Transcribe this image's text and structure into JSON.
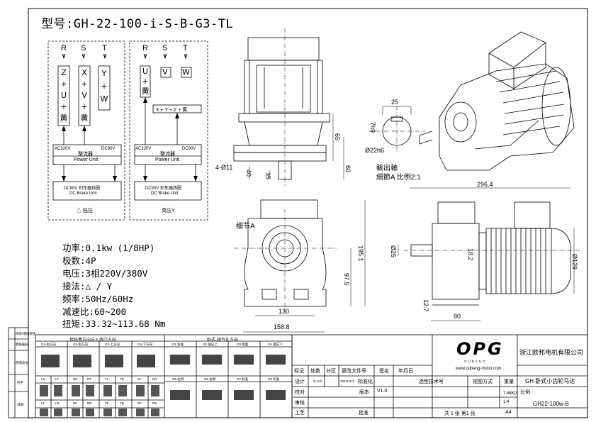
{
  "model_label": "型号:GH-22-100-i-S-B-G3-TL",
  "wiring": {
    "phases": [
      "R",
      "S",
      "T"
    ],
    "low_voltage": {
      "terminals": [
        "Z",
        "+",
        "U",
        "+",
        "黄"
      ],
      "terminals_s": [
        "X",
        "+",
        "V",
        "+",
        "黄"
      ],
      "terminals_t": [
        "Y",
        "+",
        "W"
      ],
      "ac": "AC220V",
      "dc": "DC90V",
      "rectifier_cn": "整流器",
      "rectifier_en": "Power Unit",
      "brake_cn": "DC90V 刹车器线圈",
      "brake_en": "DC Brake Unit",
      "caption": "△ 低压"
    },
    "high_voltage": {
      "terminals_r": [
        "U",
        "+",
        "黄"
      ],
      "terminal_s": "V",
      "terminal_t": "W",
      "star": "X + Y + Z + 黄",
      "ac": "AC220V",
      "dc": "DC90V",
      "rectifier_cn": "整流器",
      "rectifier_en": "Power Unit",
      "brake_cn": "DC90V 刹车器线圈",
      "brake_en": "DC Brake Unit",
      "caption": "高压Y"
    }
  },
  "specs": [
    "功率:0.1kw (1/8HP)",
    "极数:4P",
    "电压:3相220V/380V",
    "接法:△ / Y",
    "频率:50Hz/60Hz",
    "减速比:60~200",
    "扭矩:33.32~113.68 Nm"
  ],
  "dimensions": {
    "bolt": "4-Ø11",
    "d40": "40",
    "d35": "35",
    "d65": "65",
    "d60": "60",
    "key_25": "25",
    "key_7h9": "7h9",
    "shaft": "Ø22h6",
    "output_shaft_label": "輸出軸",
    "detail_label": "細節A 比例2:1",
    "detail_a": "细节A",
    "d195": "195.1",
    "d975": "97.5",
    "d130": "130",
    "d1588": "158.8",
    "d2964": "296.4",
    "d25": "Ø25",
    "d182": "18.2",
    "d129": "Ø129",
    "d127": "12.7",
    "d90": "90"
  },
  "mounting": {
    "title_a": "接线盒方向与入线口方向",
    "title_b": "卧式-排气孔方向",
    "g_labels": [
      "G1-右方向",
      "G2-右方向",
      "G3-上方向",
      "G4-下方向"
    ],
    "o_labels": [
      "O1 标准",
      "O2 轴向上",
      "O3 侧面",
      "O4 轴向下"
    ],
    "o_labels2": [
      "O5 左侧",
      "O6 右侧",
      "O7 标准",
      "O8 标准"
    ],
    "codes1": [
      "LD",
      "LT",
      "RD",
      "RT",
      "TL",
      "TR",
      "DL",
      "DR"
    ],
    "codes2": [
      "LF",
      "LB",
      "RF",
      "RB",
      "TF",
      "TB",
      "DF",
      "DB"
    ]
  },
  "left_strip": [
    "修改/增加审核",
    "图纸编号",
    "底图总号",
    "签字",
    "日期"
  ],
  "title_block": {
    "brand": "OPG",
    "brand_sub": "OUBANG",
    "website": "www.oubang-motor.com",
    "company": "浙江欧邦电机有限公司",
    "product": "GH 卧式小齿轮马达",
    "headers": [
      "标记",
      "处数",
      "分区",
      "更改文件号",
      "签名",
      "年月日"
    ],
    "designer_label": "设计",
    "designer": "Q.H.R",
    "date": "2023/11/3",
    "standard": "标准化",
    "check": "校对",
    "review": "审核",
    "process": "工艺",
    "approve": "批准",
    "version_label": "版本",
    "version": "V1.0",
    "tech_req": "选型技术号",
    "view_label": "视图方式",
    "weight_label": "重量",
    "weight": "7.68KG",
    "scale_label": "比例",
    "scale": "1:4",
    "sheets": "共 1 张 第1 张",
    "paper": "A4",
    "drawing_no": "GH22-100w-B"
  }
}
